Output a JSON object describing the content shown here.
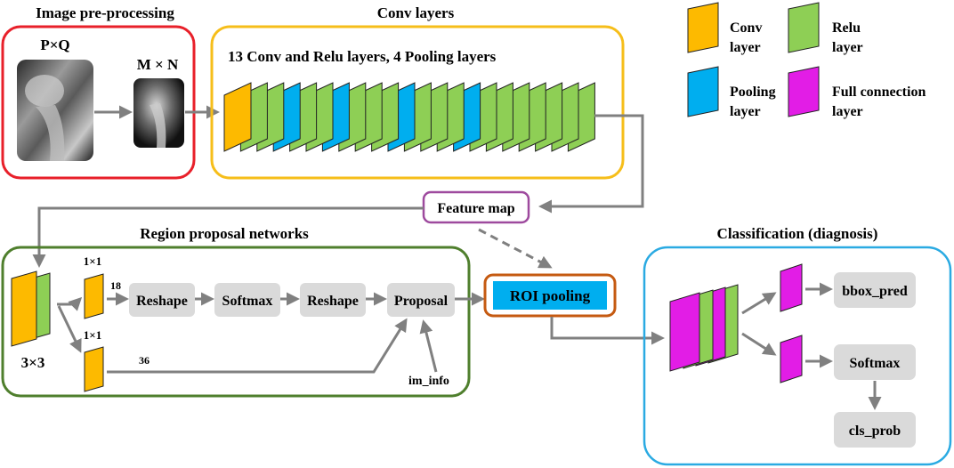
{
  "colors": {
    "conv": "#FDBA00",
    "relu": "#8ECF55",
    "pool": "#00AEEF",
    "fc": "#E21DE6",
    "arrow": "#808080",
    "box_gray": "#DADADA",
    "roi_fill": "#00AEEF",
    "red_border": "#E8202A",
    "yellow_border": "#F6BE1A",
    "green_border": "#4F7F2D",
    "purple_border": "#9E4A9E",
    "orange_border": "#C55A11",
    "blue_border": "#2AAAE2"
  },
  "sections": {
    "preprocessing_title": "Image pre-processing",
    "conv_title": "Conv layers",
    "rpn_title": "Region proposal networks",
    "classification_title": "Classification (diagnosis)"
  },
  "preprocessing": {
    "label_pq": "P×Q",
    "label_mn": "M × N"
  },
  "conv": {
    "caption": "13 Conv and Relu layers, 4 Pooling layers",
    "layer_sequence": [
      "conv",
      "relu",
      "relu",
      "pool",
      "relu",
      "relu",
      "pool",
      "relu",
      "relu",
      "relu",
      "pool",
      "relu",
      "relu",
      "relu",
      "pool",
      "relu",
      "relu",
      "relu",
      "relu",
      "relu",
      "relu",
      "relu"
    ]
  },
  "feature_map": "Feature map",
  "rpn": {
    "label_1x1_top": "1×1",
    "label_1x1_bottom": "1×1",
    "label_18": "18",
    "label_36": "36",
    "label_3x3": "3×3",
    "reshape1": "Reshape",
    "softmax": "Softmax",
    "reshape2": "Reshape",
    "proposal": "Proposal",
    "im_info": "im_info"
  },
  "roi_pooling": "ROI pooling",
  "classification": {
    "bbox_pred": "bbox_pred",
    "softmax": "Softmax",
    "cls_prob": "cls_prob"
  },
  "legend": [
    {
      "key": "conv",
      "line1": "Conv",
      "line2": "layer"
    },
    {
      "key": "relu",
      "line1": "Relu",
      "line2": "layer"
    },
    {
      "key": "pool",
      "line1": "Pooling",
      "line2": "layer"
    },
    {
      "key": "fc",
      "line1": "Full connection",
      "line2": "layer"
    }
  ]
}
